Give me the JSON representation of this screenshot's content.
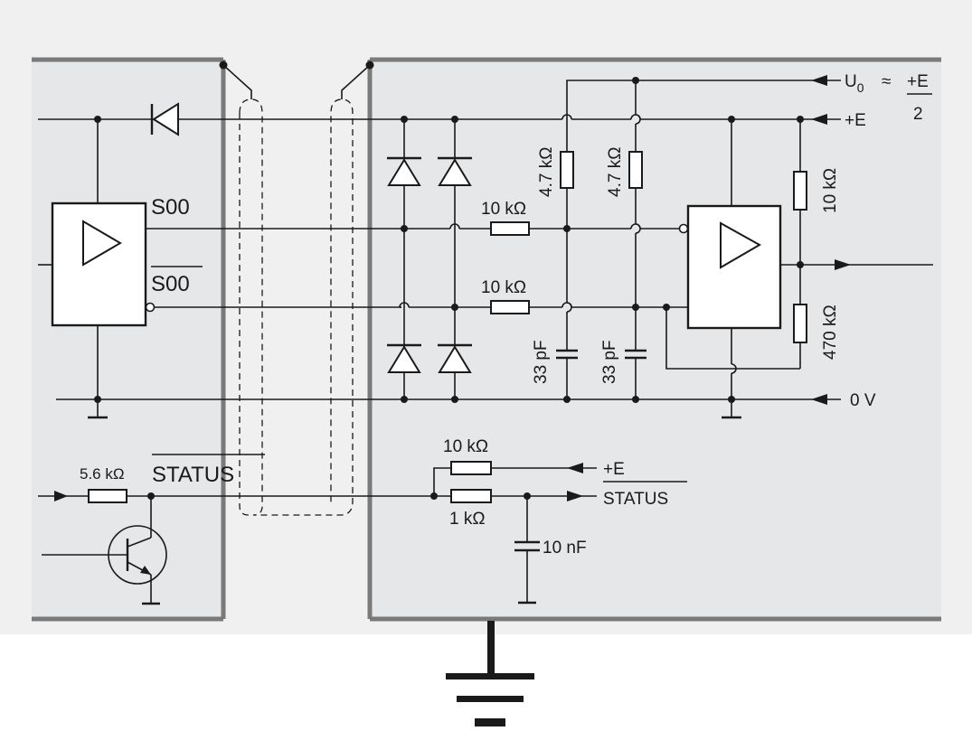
{
  "labels": {
    "u0": "U",
    "u0_sub": "0",
    "approx": "≈",
    "e_half_num": "+E",
    "e_half_den": "2",
    "plus_e_top": "+E",
    "zero_v": "0 V",
    "s00": "S00",
    "s00_bar": "S00",
    "status_left": "STATUS",
    "status_right": "STATUS",
    "plus_e_status": "+E",
    "r_4k7_a": "4.7 kΩ",
    "r_4k7_b": "4.7 kΩ",
    "r_10k_a": "10 kΩ",
    "r_10k_b": "10 kΩ",
    "r_10k_right": "10 kΩ",
    "r_470k": "470 kΩ",
    "c_33p_a": "33 pF",
    "c_33p_b": "33 pF",
    "r_5k6": "5.6 kΩ",
    "r_10k_status": "10 kΩ",
    "r_1k": "1 kΩ",
    "c_10n": "10 nF"
  },
  "colors": {
    "background": "#f0f0f0",
    "panel_fill": "#e6e7e8",
    "panel_border": "#7a7a7a",
    "line": "#1a1a1a"
  }
}
